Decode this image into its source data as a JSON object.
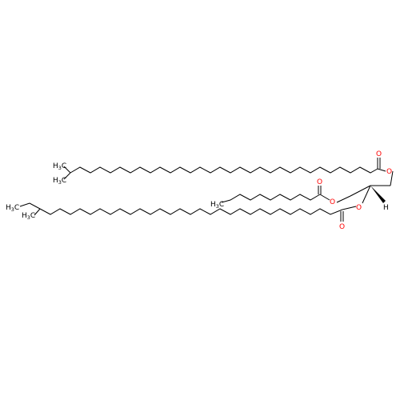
{
  "colors": {
    "bond": "#000000",
    "oxygen": "#ff0000",
    "background": "#ffffff"
  },
  "labels": {
    "ch3_top_a": {
      "main": "H",
      "sub": "3",
      "tail": "C"
    },
    "ch3_top_b": {
      "main": "H",
      "sub": "3",
      "tail": "C"
    },
    "ch3_mid": {
      "main": "H",
      "sub": "3",
      "tail": "C"
    },
    "ch3_bot_a": {
      "main": "H",
      "sub": "3",
      "tail": "C"
    },
    "ch3_bot_b": {
      "main": "H",
      "sub": "3",
      "tail": "C"
    },
    "o_top_carbonyl": "O",
    "o_top_ester": "O",
    "o_mid_carbonyl": "O",
    "o_mid_ester": "O",
    "o_bot_carbonyl": "O",
    "o_bot_ester": "O",
    "h_stereo": "H"
  }
}
